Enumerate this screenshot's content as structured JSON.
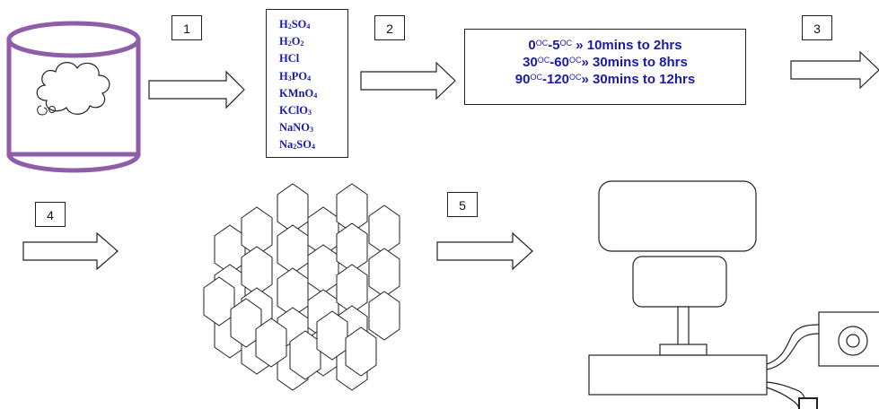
{
  "steps": [
    "1",
    "2",
    "3",
    "4",
    "5"
  ],
  "chemicals": [
    {
      "symbol": "H",
      "sub1": "2",
      "rest": "SO",
      "sub2": "4"
    },
    {
      "symbol": "H",
      "sub1": "2",
      "rest": "O",
      "sub2": "2"
    },
    {
      "symbol": "HCl",
      "sub1": "",
      "rest": "",
      "sub2": ""
    },
    {
      "symbol": "H",
      "sub1": "3",
      "rest": "PO",
      "sub2": "4"
    },
    {
      "symbol": "KMnO",
      "sub1": "4",
      "rest": "",
      "sub2": ""
    },
    {
      "symbol": "KClO",
      "sub1": "3",
      "rest": "",
      "sub2": ""
    },
    {
      "symbol": "NaNO",
      "sub1": "3",
      "rest": "",
      "sub2": ""
    },
    {
      "symbol": "Na",
      "sub1": "2",
      "rest": "SO",
      "sub2": "4"
    }
  ],
  "conditions": [
    {
      "t1": "0",
      "u1": "OC",
      "sep": "-",
      "t2": "5",
      "u2": "OC",
      "time": "» 10mins to 2hrs"
    },
    {
      "t1": "30",
      "u1": "OC",
      "sep": "-",
      "t2": "60",
      "u2": "OC",
      "time": "» 30mins to 8hrs"
    },
    {
      "t1": "90",
      "u1": "OC",
      "sep": "-",
      "t2": "120",
      "u2": "OC",
      "time": "» 30mins to 12hrs"
    }
  ],
  "colors": {
    "container": "#8e5ea8",
    "text_blue": "#1a1aa8",
    "line": "#222222"
  }
}
